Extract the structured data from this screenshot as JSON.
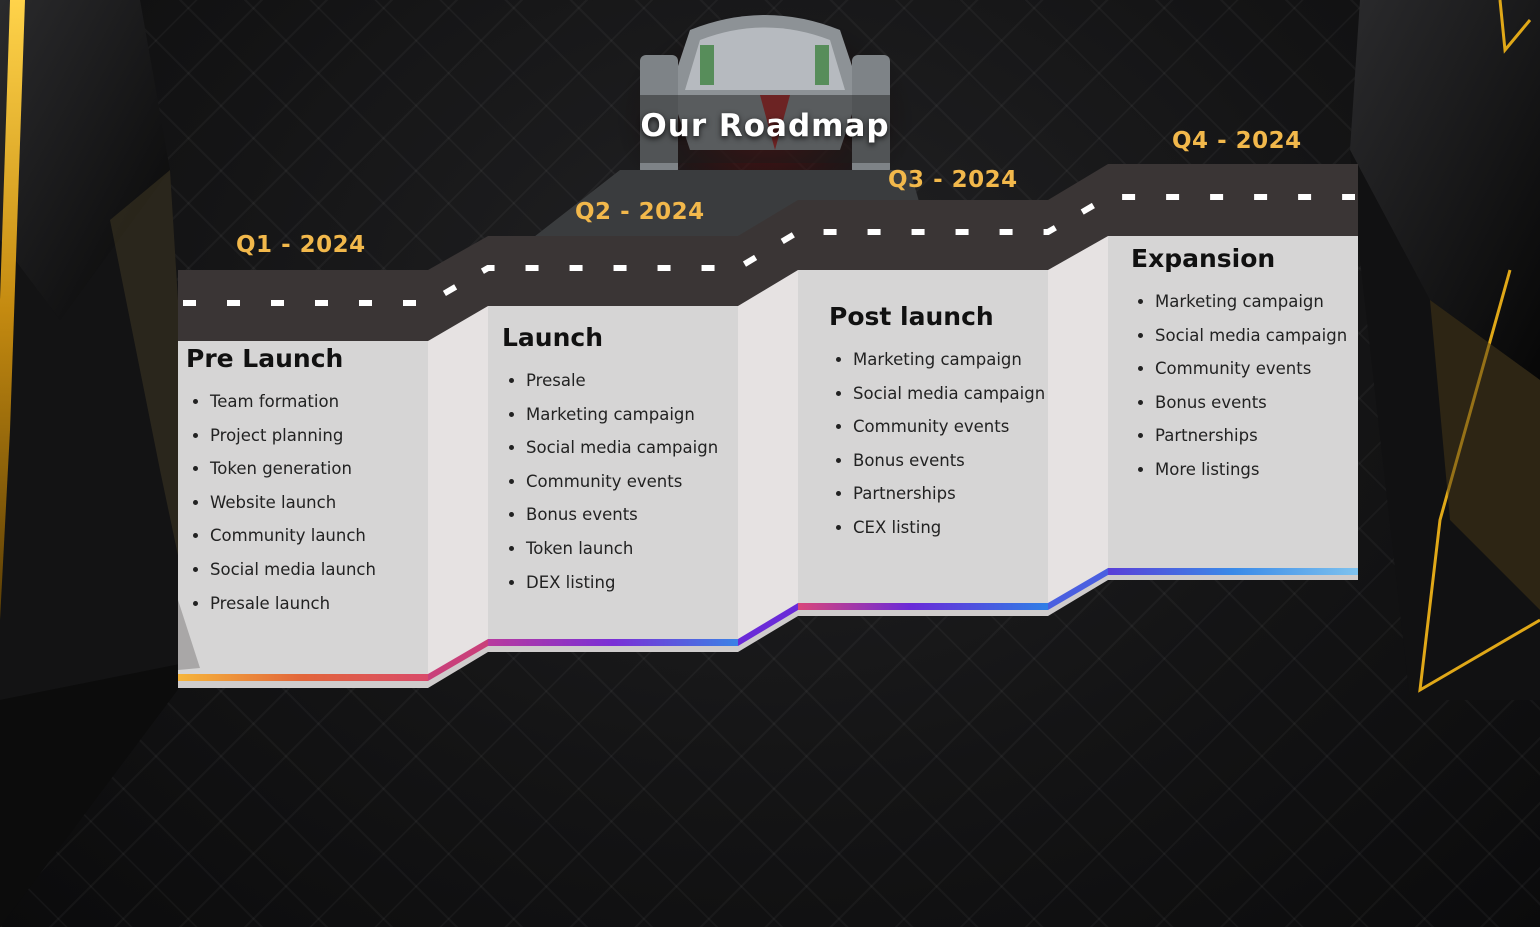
{
  "title": "Our Roadmap",
  "stages": [
    {
      "quarter": "Q1 - 2024",
      "heading": "Pre Launch",
      "items": [
        "Team formation",
        "Project planning",
        "Token generation",
        "Website launch",
        "Community launch",
        "Social media launch",
        "Presale launch"
      ]
    },
    {
      "quarter": "Q2 - 2024",
      "heading": "Launch",
      "items": [
        "Presale",
        "Marketing campaign",
        "Social media campaign",
        "Community events",
        "Bonus events",
        "Token launch",
        "DEX listing"
      ]
    },
    {
      "quarter": "Q3 - 2024",
      "heading": "Post launch",
      "items": [
        "Marketing campaign",
        "Social media campaign",
        "Community events",
        "Bonus events",
        "Partnerships",
        "CEX listing"
      ]
    },
    {
      "quarter": "Q4 - 2024",
      "heading": "Expansion",
      "items": [
        "Marketing campaign",
        "Social media campaign",
        "Community events",
        "Bonus events",
        "Partnerships",
        "More listings"
      ]
    }
  ],
  "colors": {
    "quarter_label": "#f2b84b",
    "road": "#3a3535",
    "panel": "#d6d5d5",
    "panel_side": "#e6e2e2",
    "gold_accent": "#e0a818"
  }
}
